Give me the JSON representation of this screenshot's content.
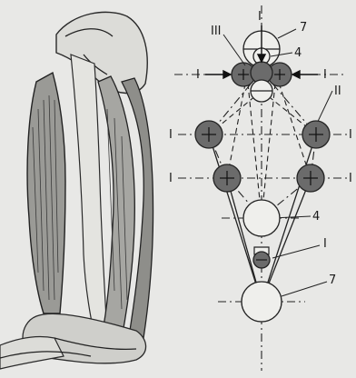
{
  "labels": {
    "l_III": "III",
    "l_7_top": "7",
    "l_4_top": "4",
    "l_I_top": "I",
    "l_I_left_top": "I",
    "l_I_right_top": "I",
    "l_II": "II",
    "l_I_left_mid": "I",
    "l_I_right_mid": "I",
    "l_I_left_low": "I",
    "l_I_right_low": "I",
    "l_4_mid": "4",
    "l_I_low": "I",
    "l_7_bottom": "7"
  }
}
